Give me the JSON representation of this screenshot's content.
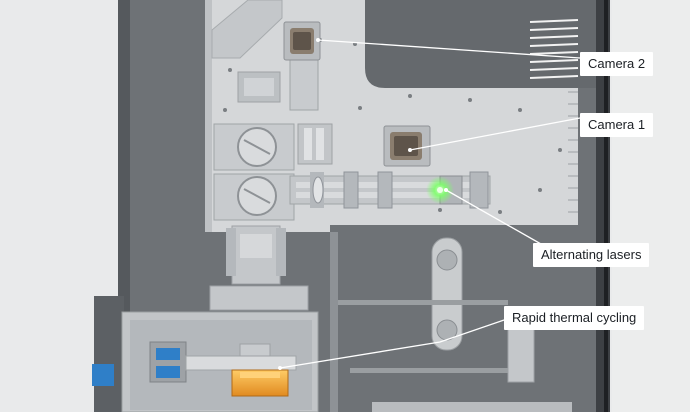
{
  "labels": {
    "camera2": "Camera 2",
    "camera1": "Camera 1",
    "lasers": "Alternating lasers",
    "thermal": "Rapid thermal cycling"
  },
  "colors": {
    "background": "#e9eaeb",
    "housing": "#6e7276",
    "housing_dark": "#4f5357",
    "deck": "#d5d7d9",
    "plate": "#c8cbce",
    "component": "#b4b8bc",
    "camera": "#8a7d6e",
    "laser_glow": "#7dff6a",
    "heater": "#f0a030",
    "sample_blue": "#2f7fc8",
    "leader_line": "#ffffff",
    "label_bg": "#ffffff",
    "label_text": "#1b1f24"
  }
}
